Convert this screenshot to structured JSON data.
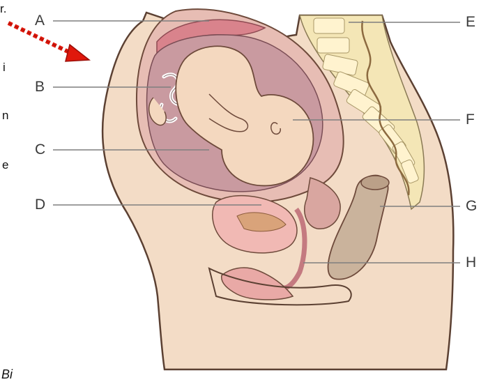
{
  "labels": {
    "A": "A",
    "B": "B",
    "C": "C",
    "D": "D",
    "E": "E",
    "F": "F",
    "G": "G",
    "H": "H"
  },
  "side_fragments": {
    "top": "r.",
    "line2": "i",
    "line3": "n",
    "line4": "e",
    "bottom": "Bi"
  },
  "colors": {
    "body_skin": "#f3dcc6",
    "body_outline": "#5b4032",
    "uterus_wall": "#d8a7a7",
    "amniotic": "#c99a9e",
    "fetus": "#f4d8bf",
    "placenta": "#d9838c",
    "spine": "#f4e6b6",
    "rectum": "#cab39c",
    "bladder": "#f1b9b4",
    "leader_line": "#7f7f7f",
    "arrow_red": "#e0180c"
  }
}
